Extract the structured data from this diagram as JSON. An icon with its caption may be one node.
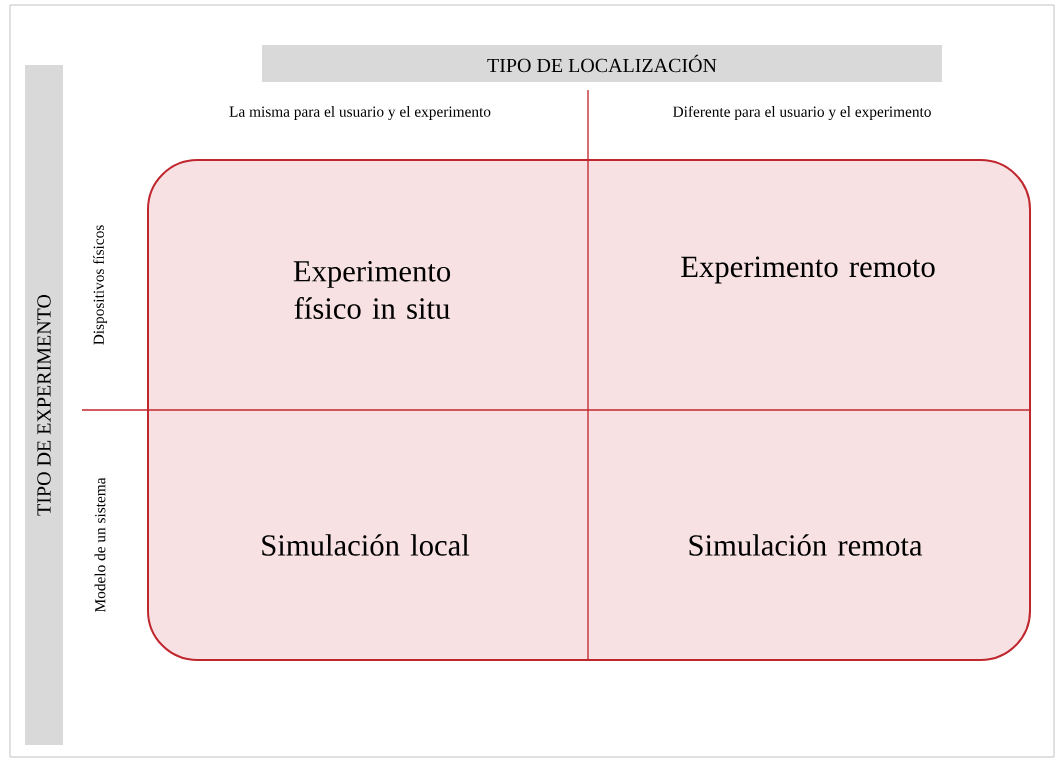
{
  "diagram": {
    "nodes": [
      {
        "text": [
          "TIPO DE LOCALIZACIÓN"
        ]
      },
      {
        "text": [
          "TIPO DE EXPERIMENTO"
        ]
      },
      {
        "text": [
          "Experimento físico in situ",
          "Experimento remoto",
          "Simulación local",
          "Simulación remota"
        ]
      }
    ],
    "labels": [
      "La misma para el usuario y el experimento",
      "Diferente para el usuario y el experimento",
      "Dispositivos físicos",
      "Modelo de un sistema"
    ]
  }
}
